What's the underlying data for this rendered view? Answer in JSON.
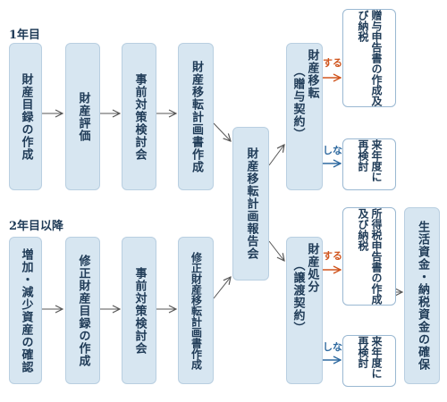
{
  "sections": {
    "year1": "1年目",
    "year2": "2年目以降"
  },
  "row1": {
    "b1": "財産目録の作成",
    "b2": "財産評価",
    "b3": "事前対策検討会",
    "b4": "財産移転計画書作成"
  },
  "row2": {
    "b1": "増加・減少資産の確認",
    "b2": "修正財産目録の作成",
    "b3": "事前対策検討会",
    "b4": "修正財産移転計画書作成"
  },
  "center": "財産移転計画報告会",
  "gift": {
    "main": "財産移転",
    "sub": "（贈与契約）",
    "yes_label": "する",
    "no_label": "しない",
    "yes_result": [
      "贈与申告書の",
      "作成及び納税"
    ],
    "no_result": [
      "来年度に",
      "再検討"
    ]
  },
  "sale": {
    "main": "財産処分",
    "sub": "（譲渡契約）",
    "yes_label": "する",
    "no_label": "しない",
    "yes_result": [
      "所得税申告書の",
      "作成及び納税"
    ],
    "no_result": [
      "来年度に",
      "再検討"
    ]
  },
  "final": "生活資金・納税資金の確保",
  "colors": {
    "box_fill": "#d7e6f1",
    "text": "#1f3b57",
    "gray_arrow": "#555555",
    "yes_arrow": "#d0551e",
    "no_arrow": "#2f6aa0"
  }
}
